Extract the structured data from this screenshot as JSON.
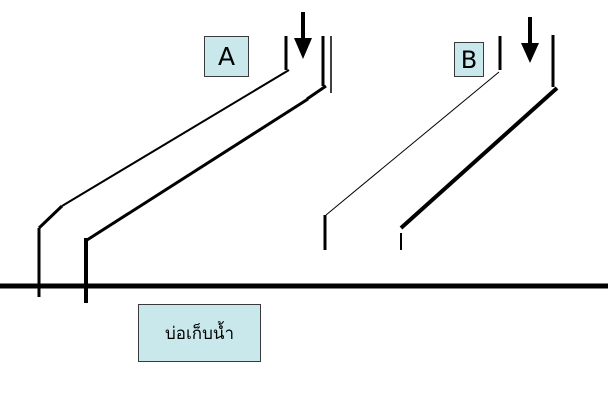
{
  "diagram": {
    "label_a": "A",
    "label_b": "B",
    "tank_label": "บ่อเก็บน้ำ",
    "colors": {
      "box_fill": "#c9e8ec",
      "stroke": "#000000",
      "background": "#ffffff"
    }
  }
}
